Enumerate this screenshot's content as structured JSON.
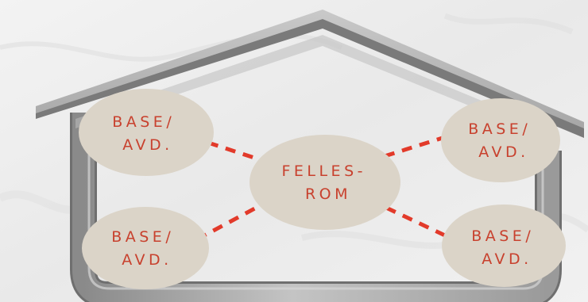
{
  "diagram": {
    "center_node": {
      "line1": "FELLES-",
      "line2": "ROM"
    },
    "nodes": [
      {
        "line1": "BASE/",
        "line2": "AVD."
      },
      {
        "line1": "BASE/",
        "line2": "AVD."
      },
      {
        "line1": "BASE/",
        "line2": "AVD."
      },
      {
        "line1": "BASE/",
        "line2": "AVD."
      }
    ],
    "colors": {
      "background": "#ececec",
      "house_frame": "#a9a9a9",
      "house_frame_shadow": "#7d7d7d",
      "node_fill": "#dbd4c8",
      "label_text": "#c8412e",
      "connector": "#e23a2a"
    }
  }
}
